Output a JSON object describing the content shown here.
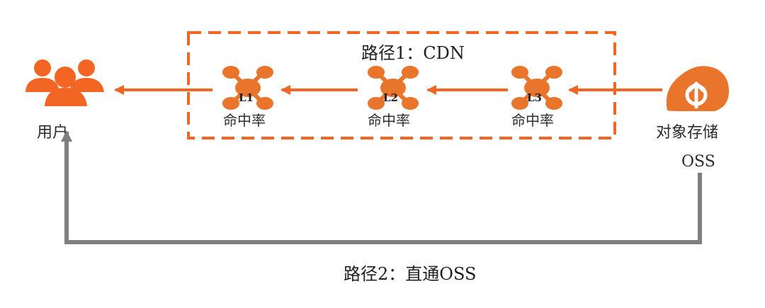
{
  "diagram": {
    "path1_title": "路径1：CDN",
    "path2_title": "路径2：直通OSS",
    "user_label": "用户",
    "storage_label": "对象存储",
    "oss_label": "OSS",
    "nodes": [
      {
        "label": "L1",
        "metric": "命中率"
      },
      {
        "label": "L2",
        "metric": "命中率"
      },
      {
        "label": "L3",
        "metric": "命中率"
      }
    ]
  },
  "icons": {
    "users": "users-icon",
    "cdn_node": "cdn-node-icon",
    "object_storage": "object-storage-icon"
  },
  "colors": {
    "orange": "#F26522",
    "gray": "#7F7F7F",
    "text": "#222222"
  }
}
